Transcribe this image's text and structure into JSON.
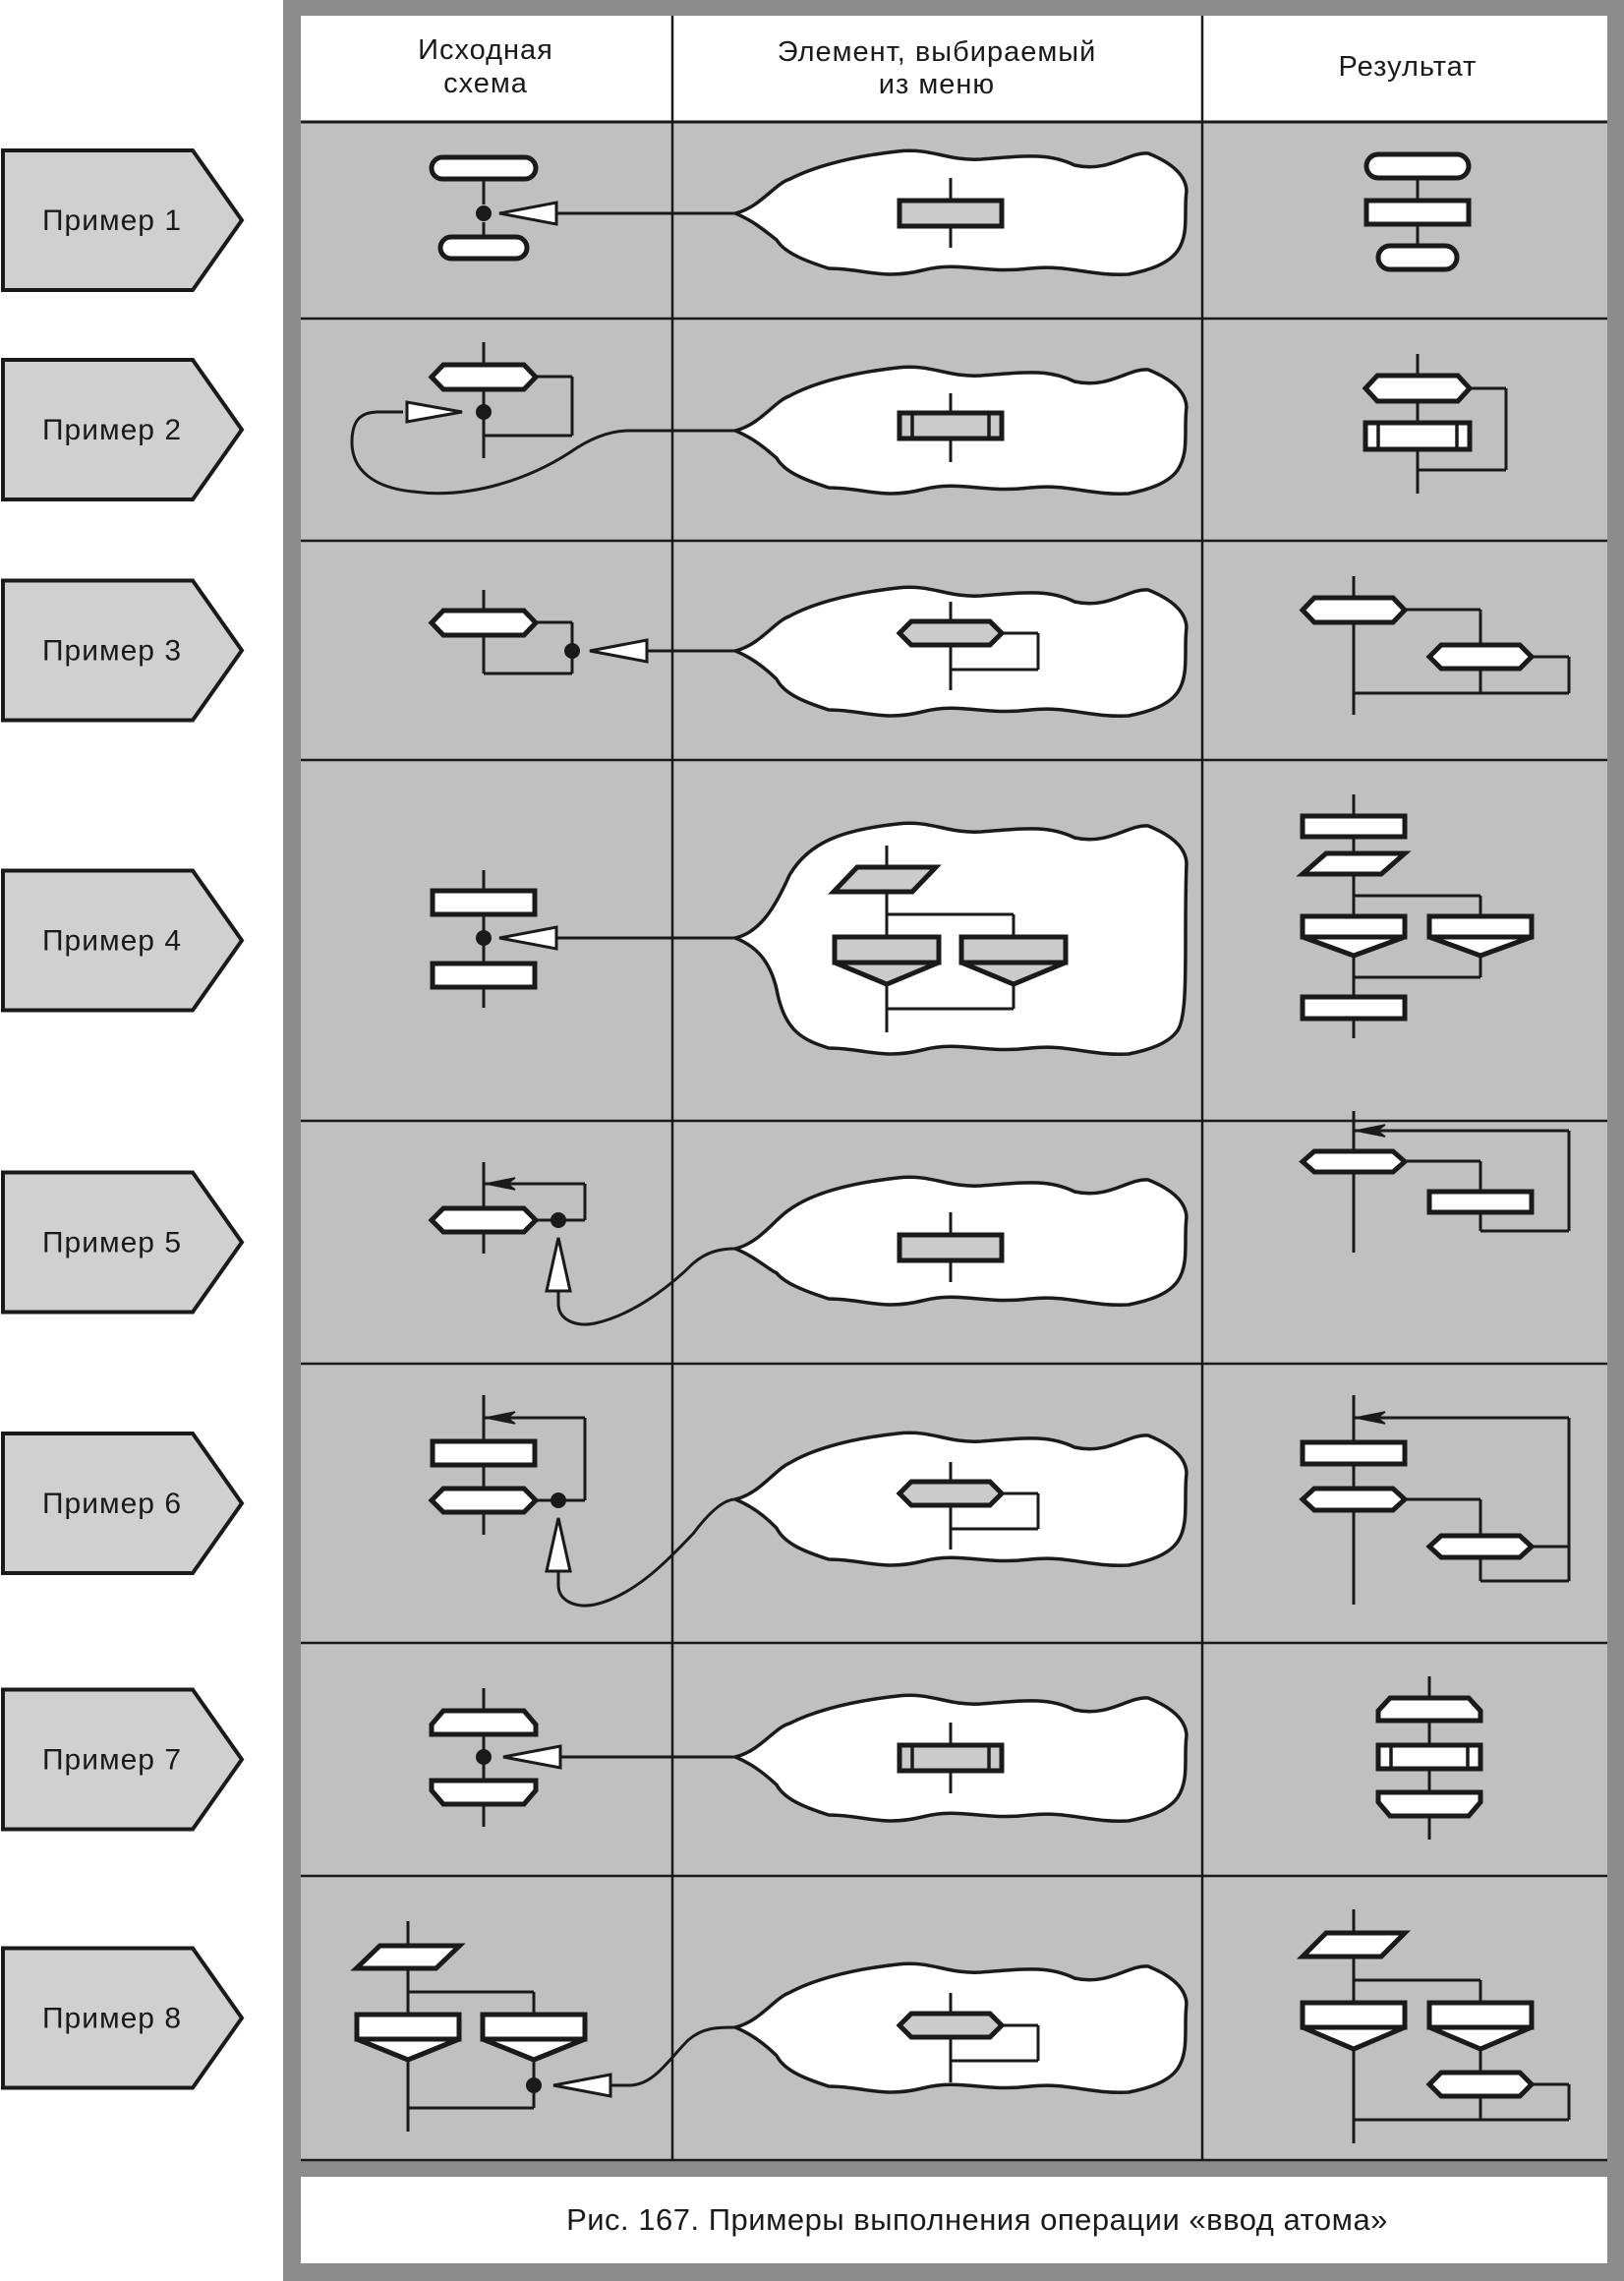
{
  "figure": {
    "caption": "Рис. 167. Примеры выполнения операции «ввод атома»",
    "columns": [
      {
        "id": "source",
        "lines": [
          "Исходная",
          "схема"
        ]
      },
      {
        "id": "menu_element",
        "lines": [
          "Элемент, выбираемый",
          "из меню"
        ]
      },
      {
        "id": "result",
        "lines": [
          "Результат"
        ]
      }
    ],
    "colors": {
      "frame": "#8c8c8c",
      "cell": "#c0c0c0",
      "header": "#ffffff",
      "label_fill": "#d0d0d0",
      "line": "#1a1a1a",
      "shape_fill": "#ffffff",
      "menu_shape_fill": "#cbcbcb",
      "blob_fill": "#ffffff"
    },
    "rows": [
      {
        "label": "Пример 1",
        "source": "terminator-pair with insertion point",
        "menu": "action",
        "result": "terminator, action, terminator"
      },
      {
        "label": "Пример 2",
        "source": "condition with loop, insertion point on trunk",
        "menu": "subroutine",
        "result": "condition, subroutine, loop back"
      },
      {
        "label": "Пример 3",
        "source": "condition with branch, insertion point on branch",
        "menu": "condition",
        "result": "nested conditions"
      },
      {
        "label": "Пример 4",
        "source": "two actions with insertion point",
        "menu": "parallelogram with two-branch switch",
        "result": "action, parallelogram, two branches, action"
      },
      {
        "label": "Пример 5",
        "source": "condition with back-loop, insertion point on branch",
        "menu": "action",
        "result": "loop with action in branch"
      },
      {
        "label": "Пример 6",
        "source": "action and condition with back-loop, insertion point on branch",
        "menu": "condition",
        "result": "loop with nested condition"
      },
      {
        "label": "Пример 7",
        "source": "loop start / loop end with insertion point",
        "menu": "subroutine",
        "result": "loop start, subroutine, loop end"
      },
      {
        "label": "Пример 8",
        "source": "parallelogram with two branches, insertion point under branch 2",
        "menu": "condition",
        "result": "branch 2 gains condition"
      }
    ]
  }
}
